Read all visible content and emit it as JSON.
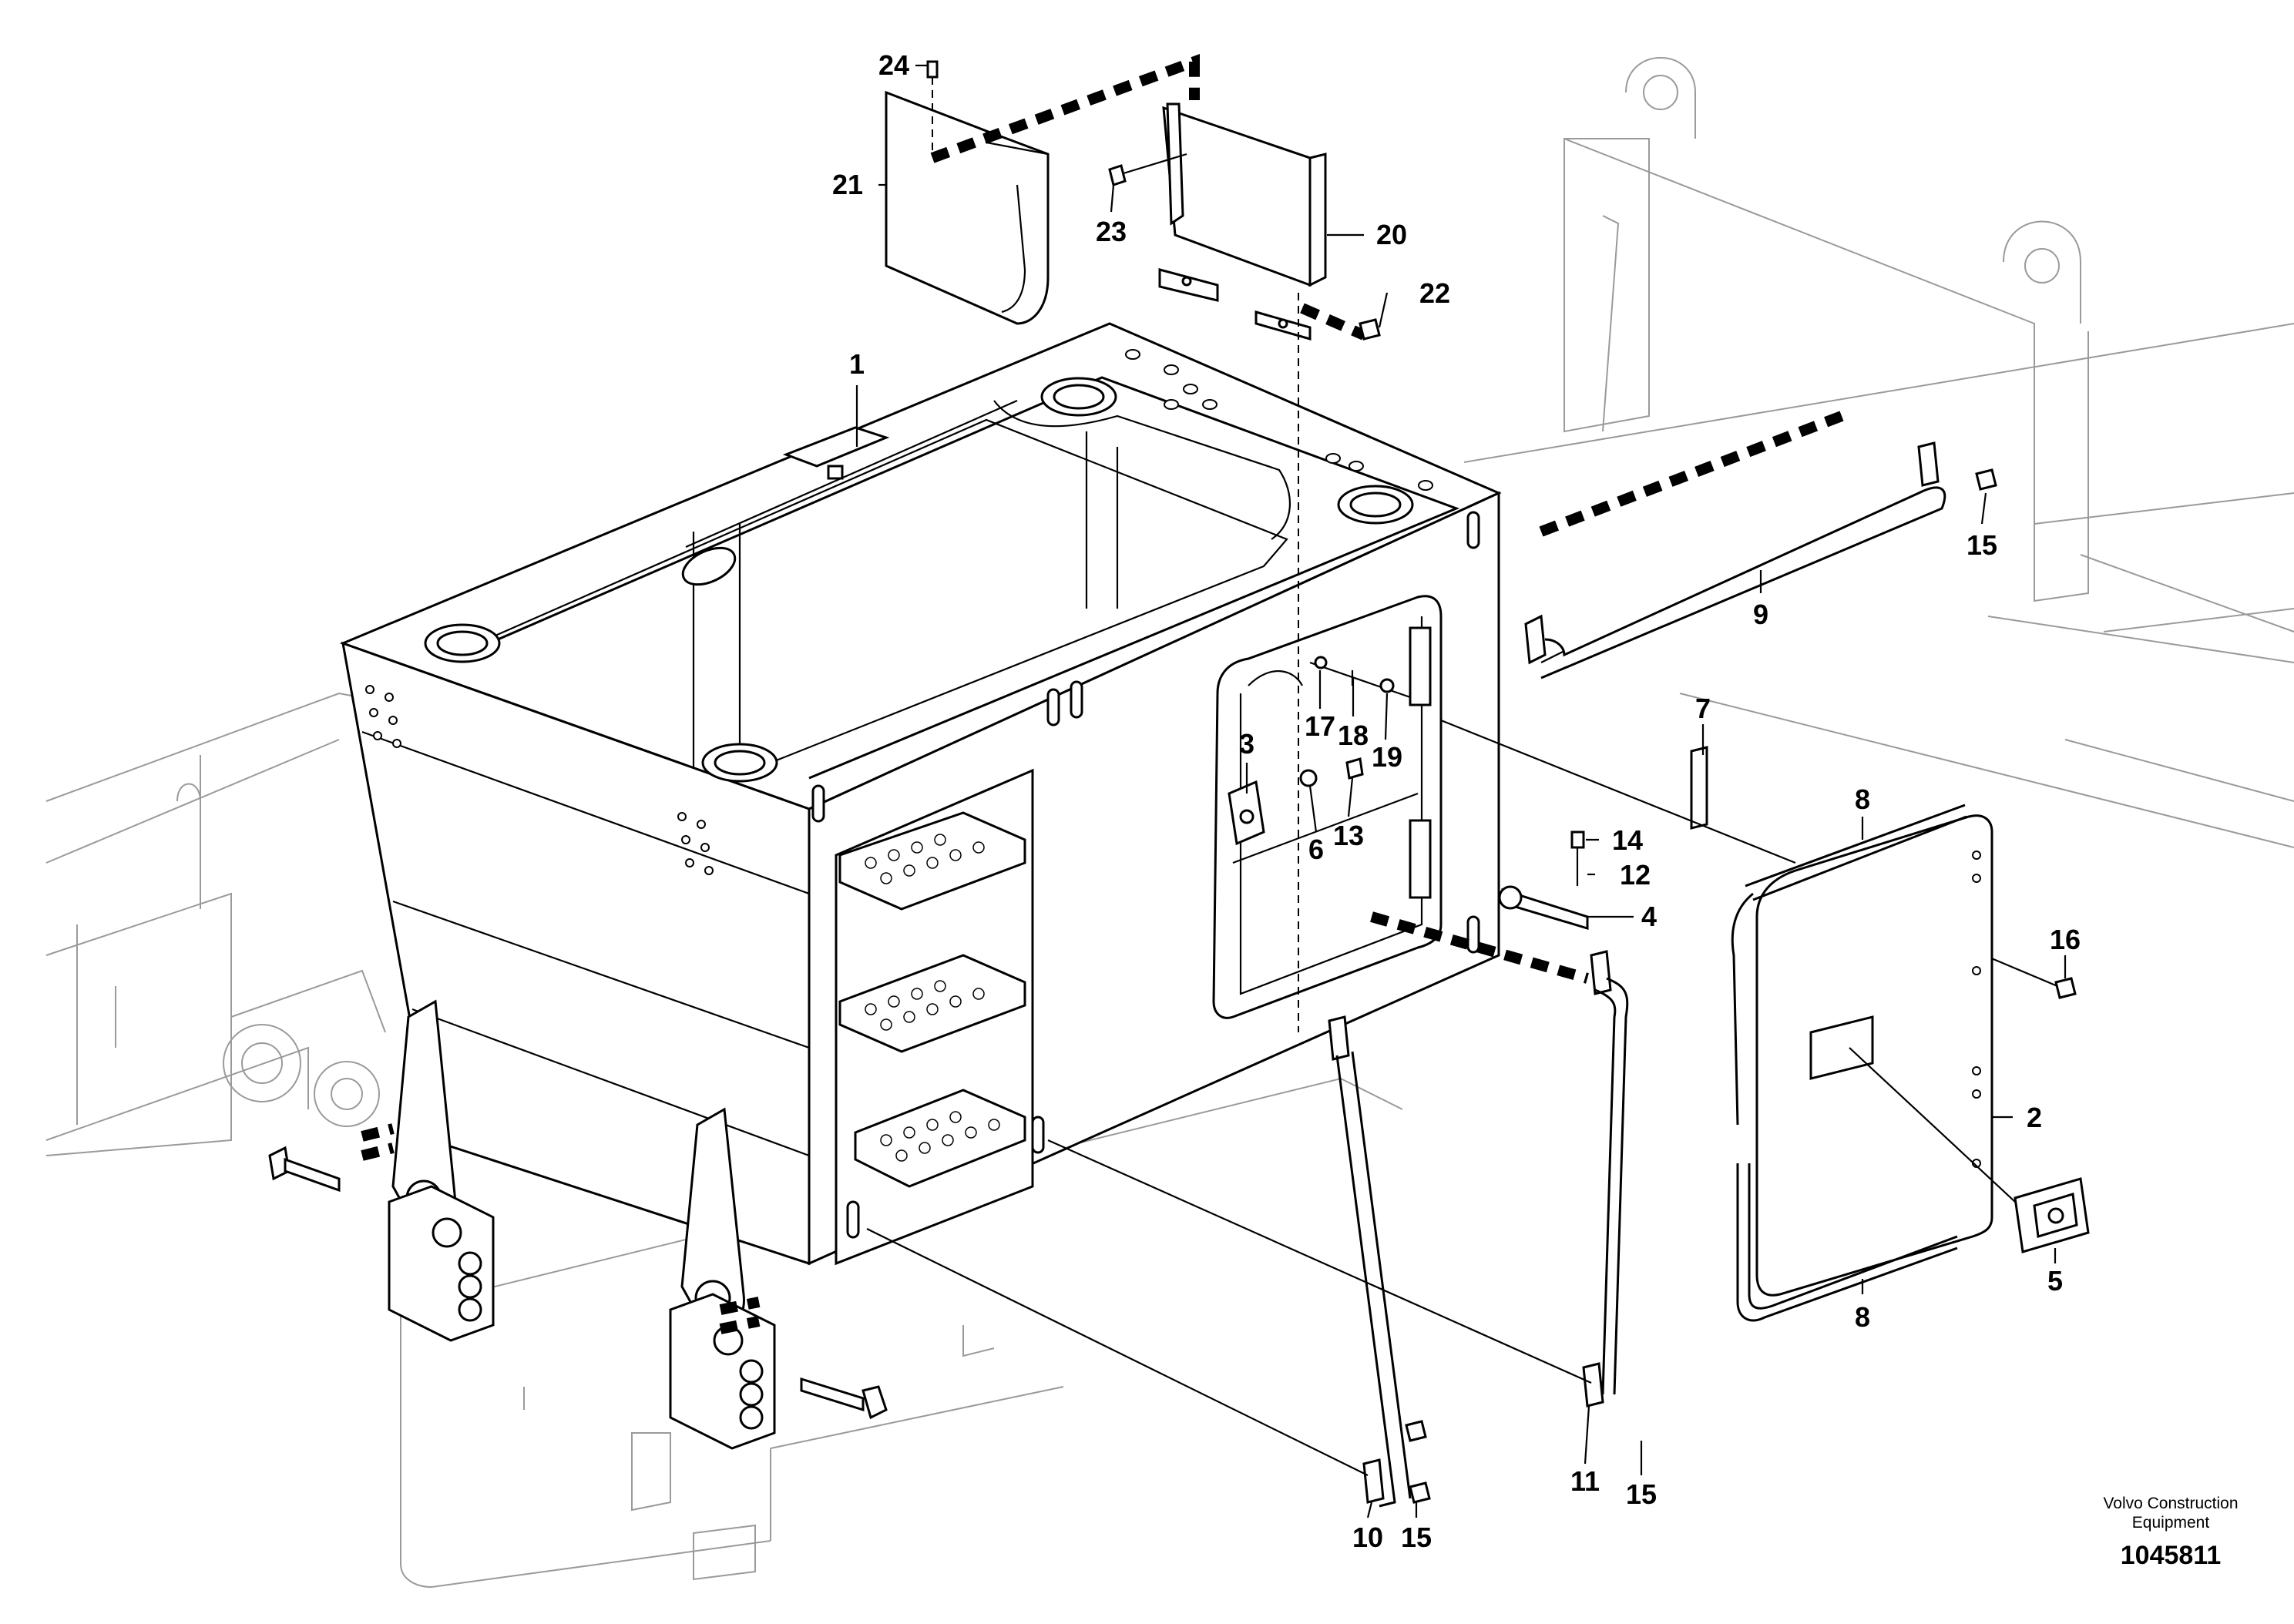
{
  "brand": {
    "line1": "Volvo Construction",
    "line2": "Equipment"
  },
  "document_number": "1045811",
  "callouts": [
    {
      "id": "c1",
      "label": "1"
    },
    {
      "id": "c2",
      "label": "2"
    },
    {
      "id": "c3",
      "label": "3"
    },
    {
      "id": "c4",
      "label": "4"
    },
    {
      "id": "c5",
      "label": "5"
    },
    {
      "id": "c6",
      "label": "6"
    },
    {
      "id": "c7",
      "label": "7"
    },
    {
      "id": "c8a",
      "label": "8"
    },
    {
      "id": "c8b",
      "label": "8"
    },
    {
      "id": "c9",
      "label": "9"
    },
    {
      "id": "c10",
      "label": "10"
    },
    {
      "id": "c11",
      "label": "11"
    },
    {
      "id": "c12",
      "label": "12"
    },
    {
      "id": "c13",
      "label": "13"
    },
    {
      "id": "c14",
      "label": "14"
    },
    {
      "id": "c15a",
      "label": "15"
    },
    {
      "id": "c15b",
      "label": "15"
    },
    {
      "id": "c15c",
      "label": "15"
    },
    {
      "id": "c16",
      "label": "16"
    },
    {
      "id": "c17",
      "label": "17"
    },
    {
      "id": "c18",
      "label": "18"
    },
    {
      "id": "c19",
      "label": "19"
    },
    {
      "id": "c20",
      "label": "20"
    },
    {
      "id": "c21",
      "label": "21"
    },
    {
      "id": "c22",
      "label": "22"
    },
    {
      "id": "c23",
      "label": "23"
    },
    {
      "id": "c24",
      "label": "24"
    }
  ]
}
